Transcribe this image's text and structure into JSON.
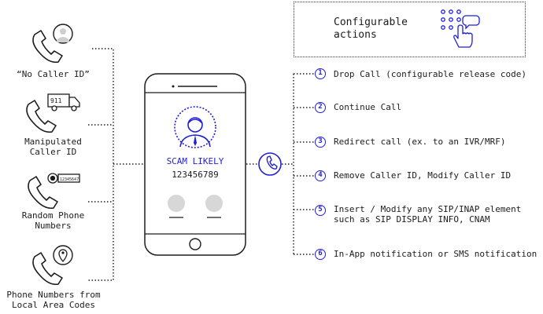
{
  "sources": [
    {
      "label": "“No Caller ID”",
      "icon": "person-icon"
    },
    {
      "label": "Manipulated\nCaller ID",
      "icon": "truck-icon",
      "badge": "911"
    },
    {
      "label": "Random Phone\nNumbers",
      "icon": "tag-icon",
      "badge": "12345647"
    },
    {
      "label": "Phone Numbers from\nLocal Area Codes",
      "icon": "location-pin-icon"
    }
  ],
  "phone": {
    "caller_name": "SCAM LIKELY",
    "caller_number": "123456789"
  },
  "config": {
    "title": "Configurable\nactions"
  },
  "actions": [
    {
      "num": "1",
      "text": "Drop Call (configurable release code)"
    },
    {
      "num": "2",
      "text": "Continue Call"
    },
    {
      "num": "3",
      "text": "Redirect call (ex. to an IVR/MRF)"
    },
    {
      "num": "4",
      "text": "Remove Caller ID, Modify Caller ID"
    },
    {
      "num": "5",
      "text": "Insert / Modify any SIP/INAP element\nsuch as SIP DISPLAY INFO, CNAM"
    },
    {
      "num": "6",
      "text": "In-App notification or SMS notification"
    }
  ],
  "colors": {
    "accent": "#1f1fd6",
    "ink": "#1c1c1c",
    "muted": "#cfcfcf"
  }
}
